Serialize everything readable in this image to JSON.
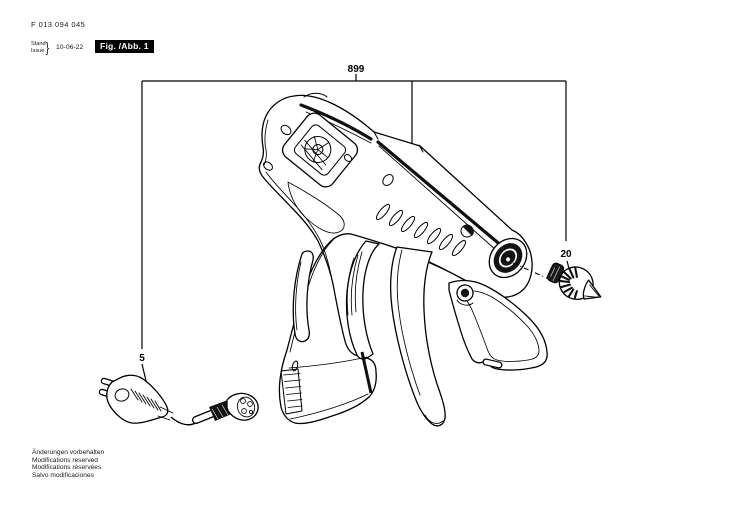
{
  "colors": {
    "ink": "#000000",
    "background": "#ffffff",
    "badge_bg": "#000000",
    "badge_text": "#ffffff"
  },
  "header": {
    "part_number": "F 013 094 045",
    "stand_label": "Stand",
    "issue_label": "Issue",
    "brace": "}",
    "issue_date": "10-06-22",
    "figure_badge": "Fig. /Abb. 1"
  },
  "diagram": {
    "assembly_callout": "899",
    "cord_callout": "5",
    "nozzle_callout": "20"
  },
  "footer": {
    "lines": [
      "Änderungen vorbehalten",
      "Modifications reserved",
      "Modifications réservées",
      "Salvo modificaciones"
    ]
  }
}
